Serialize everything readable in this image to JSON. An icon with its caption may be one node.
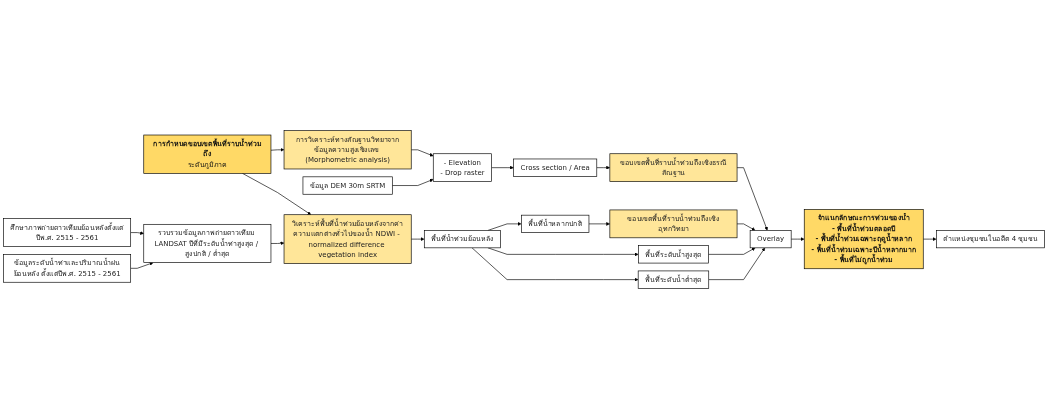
{
  "diagram": {
    "nodes": [
      {
        "text": [
          "การกำหนดขอบเขตพื้นที่ราบน้ำท่วมถึง",
          "ระดับภูมิภาค"
        ]
      },
      {
        "text": [
          "การวิเคราะห์ทางสัณฐานวิทยาจากข้อมูลความสูงเชิงเลข (Morphometric analysis)"
        ]
      },
      {
        "text": [
          "- Elevation",
          "- Drop raster"
        ]
      },
      {
        "text": [
          "ข้อมูล DEM 30m SRTM"
        ]
      },
      {
        "text": [
          "Cross section / Area"
        ]
      },
      {
        "text": [
          "ขอบเขตพื้นที่ราบน้ำท่วมถึงเชิงธรณีสัณฐาน"
        ]
      },
      {
        "text": [
          "วิเคราะห์พื้นที่น้ำท่วมย้อนหลังจากค่าความแตกต่างทั่วไปของน้ำ NDWI - normalized difference vegetation index"
        ]
      },
      {
        "text": [
          "พื้นที่น้ำท่วมย้อนหลัง"
        ]
      },
      {
        "text": [
          "พื้นที่ระดับน้ำสูงสุด"
        ]
      },
      {
        "text": [
          "พื้นที่น้ำหลากปกติ"
        ]
      },
      {
        "text": [
          "พื้นที่ระดับน้ำต่ำสุด"
        ]
      },
      {
        "text": [
          "ขอบเขตพื้นที่ราบน้ำท่วมถึงเชิงอุทกวิทยา"
        ]
      },
      {
        "text": [
          "Overlay"
        ]
      },
      {
        "text": [
          "จำแนกลักษณะการท่วมของน้ำ",
          "- พื้นที่น้ำท่วมตลอดปี",
          "- พื้นที่น้ำท่วมเฉพาะฤดูน้ำหลาก",
          "- พื้นที่น้ำท่วมเฉพาะปีน้ำหลากมาก",
          "- พื้นที่ไม่ถูกน้ำท่วม"
        ]
      },
      {
        "text": [
          "ตำแหน่งชุมชนในอดีต 4 ชุมชน"
        ]
      },
      {
        "text": [
          "รวบรวมข้อมูลภาพถ่ายดาวเทียม LANDSAT ปีที่มีระดับน้ำท่าสูงสุด / สูงปกติ / ต่ำสุด"
        ]
      },
      {
        "text": [
          "ศึกษาภาพถ่ายดาวเทียมย้อนหลังตั้งแต่ปีพ.ศ. 2515 - 2561"
        ]
      },
      {
        "text": [
          "ข้อมูลระดับน้ำท่าและปริมาณน้ำฝนย้อนหลัง ตั้งแต่ปีพ.ศ. 2515 - 2561"
        ]
      }
    ],
    "edges": [
      {
        "from": 0,
        "to": 1,
        "arrow": "to"
      },
      {
        "from": 0,
        "to": 6,
        "arrow": "to"
      },
      {
        "from": 1,
        "to": 2,
        "arrow": "to"
      },
      {
        "from": 3,
        "to": 2,
        "arrow": "to"
      },
      {
        "from": 2,
        "to": 4,
        "arrow": "to"
      },
      {
        "from": 4,
        "to": 5,
        "arrow": "to"
      },
      {
        "from": 5,
        "to": 12,
        "arrow": "to"
      },
      {
        "from": 6,
        "to": 7,
        "arrow": "to"
      },
      {
        "from": 15,
        "to": 6,
        "arrow": "to"
      },
      {
        "from": 16,
        "to": 15,
        "arrow": "to"
      },
      {
        "from": 17,
        "to": 15,
        "arrow": "to"
      },
      {
        "from": 7,
        "to": 8,
        "arrow": "to"
      },
      {
        "from": 7,
        "to": 9,
        "arrow": "to"
      },
      {
        "from": 7,
        "to": 10,
        "arrow": "to"
      },
      {
        "from": 9,
        "to": 11,
        "arrow": "to"
      },
      {
        "from": 11,
        "to": 12,
        "arrow": "to"
      },
      {
        "from": 8,
        "to": 12,
        "arrow": "to"
      },
      {
        "from": 10,
        "to": 12,
        "arrow": "to"
      },
      {
        "from": 12,
        "to": 13,
        "arrow": "to"
      },
      {
        "from": 13,
        "to": 14,
        "arrow": "to"
      }
    ]
  }
}
